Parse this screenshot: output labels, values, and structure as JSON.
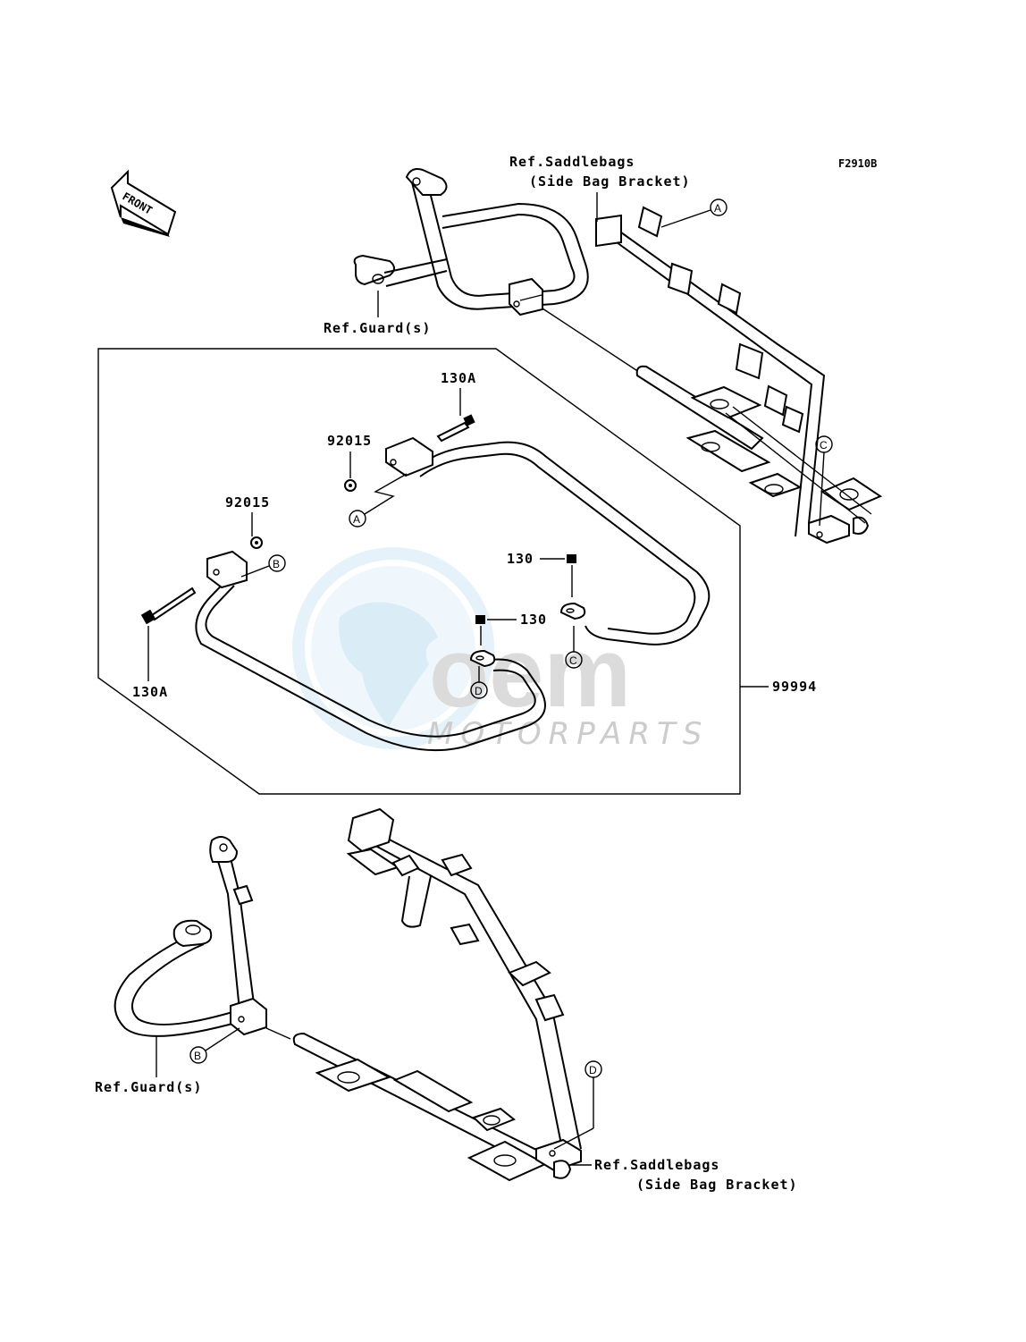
{
  "diagram_code": "F2910B",
  "front_arrow_label": "FRONT",
  "labels": {
    "saddlebags_top_line1": "Ref.Saddlebags",
    "saddlebags_top_line2": "(Side Bag Bracket)",
    "guard_top": "Ref.Guard(s)",
    "guard_bottom": "Ref.Guard(s)",
    "saddlebags_bottom_line1": "Ref.Saddlebags",
    "saddlebags_bottom_line2": "(Side Bag Bracket)"
  },
  "part_numbers": {
    "bolt_130A_upper": "130A",
    "nut_92015_upper": "92015",
    "nut_92015_left": "92015",
    "bolt_130A_left": "130A",
    "bolt_130_right": "130",
    "bolt_130_center": "130",
    "assembly": "99994"
  },
  "callouts": {
    "a_top": "A",
    "a_inner": "A",
    "b_inner": "B",
    "b_bottom": "B",
    "c_top": "C",
    "c_inner": "C",
    "d_inner": "D",
    "d_bottom": "D"
  },
  "watermark": {
    "brand": "oem",
    "sub": "MOTORPARTS"
  }
}
